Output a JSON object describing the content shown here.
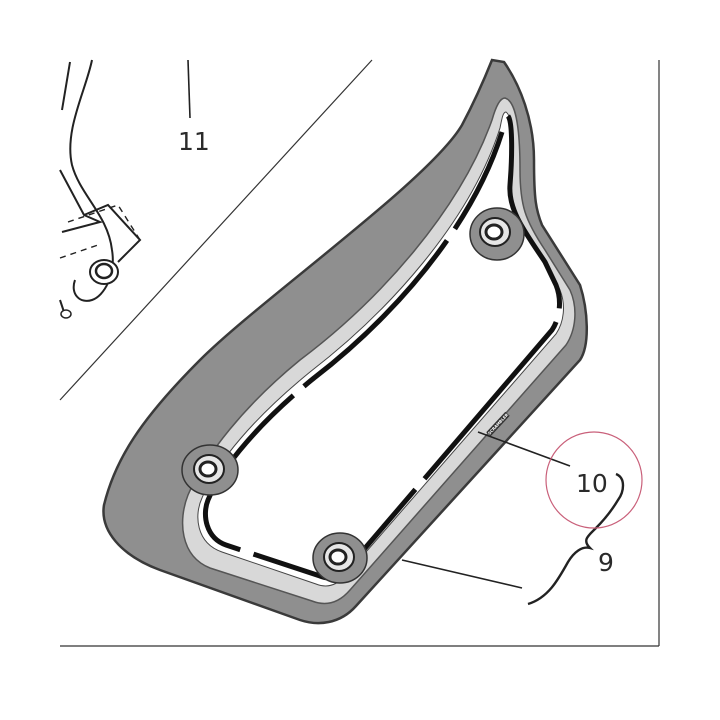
{
  "diagram": {
    "callouts": [
      {
        "id": "11",
        "label": "11"
      },
      {
        "id": "10",
        "label": "10"
      },
      {
        "id": "9",
        "label": "9"
      }
    ],
    "part_badge": {
      "text": "SCRAMBLER"
    },
    "colors": {
      "cover_fill": "#8f8f8f",
      "cover_edge": "#3a3a3a",
      "inner_panel": "#ffffff",
      "gasket": "#111111",
      "highlight_circle": "#c9607a",
      "line": "#222222"
    }
  }
}
